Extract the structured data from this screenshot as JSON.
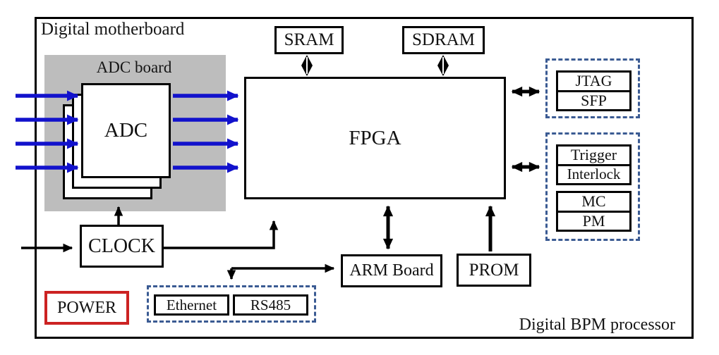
{
  "diagram": {
    "title_top": "Digital motherboard",
    "title_bottom": "Digital BPM processor",
    "adc_board": {
      "label": "ADC board",
      "chip": "ADC"
    },
    "blocks": {
      "sram": "SRAM",
      "sdram": "SDRAM",
      "fpga": "FPGA",
      "clock": "CLOCK",
      "arm": "ARM Board",
      "prom": "PROM",
      "power": "POWER",
      "ethernet": "Ethernet",
      "rs485": "RS485",
      "jtag": "JTAG",
      "sfp": "SFP",
      "trigger": "Trigger",
      "interlock": "Interlock",
      "mc": "MC",
      "pm": "PM"
    },
    "colors": {
      "signal_blue": "#1212CC",
      "dashed_blue": "#3B5B93",
      "power_red": "#CC2222",
      "board_gray": "#BDBDBD",
      "line_black": "#000000"
    }
  }
}
